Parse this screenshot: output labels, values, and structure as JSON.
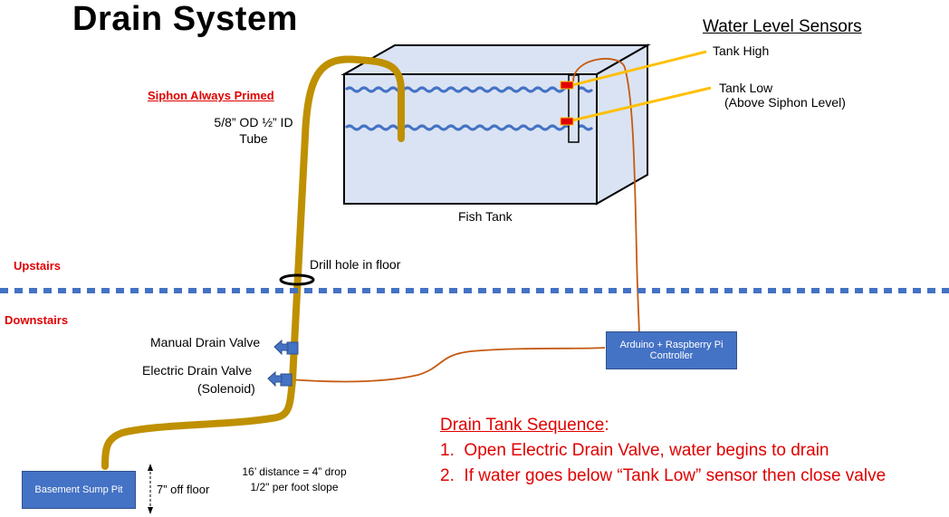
{
  "title": "Drain System",
  "sensors": {
    "heading": "Water Level Sensors",
    "tank_high": "Tank High",
    "tank_low": "Tank Low",
    "tank_low_note": "(Above Siphon Level)"
  },
  "siphon": {
    "label": "Siphon Always Primed",
    "tube_line1": "5/8” OD ½” ID",
    "tube_line2": "Tube"
  },
  "fish_tank_label": "Fish Tank",
  "floors": {
    "upstairs": "Upstairs",
    "downstairs": "Downstairs",
    "drill_hole": "Drill hole in floor"
  },
  "valves": {
    "manual": "Manual Drain Valve",
    "electric_line1": "Electric Drain Valve",
    "electric_line2": "(Solenoid)"
  },
  "controller": {
    "line1": "Arduino + Raspberry Pi",
    "line2": "Controller"
  },
  "sump": {
    "label": "Basement Sump Pit",
    "height_note": "7” off floor",
    "slope_line1": "16’ distance = 4” drop",
    "slope_line2": "1/2\" per foot slope"
  },
  "sequence": {
    "heading": "Drain Tank Sequence",
    "heading_suffix": ":",
    "steps": [
      {
        "num": "1.",
        "text": "Open Electric Drain Valve, water begins to drain"
      },
      {
        "num": "2.",
        "text": "If water goes below “Tank Low” sensor then close valve"
      }
    ]
  },
  "colors": {
    "tube": "#bf9000",
    "tank_fill": "#dae3f3",
    "water": "#4472c4",
    "floor_line": "#4472c4",
    "wire": "#c55a11",
    "sensor_lead": "#ffc000",
    "sensor_body": "#e00000",
    "box_fill": "#4472c4",
    "label_red": "#e00000"
  }
}
